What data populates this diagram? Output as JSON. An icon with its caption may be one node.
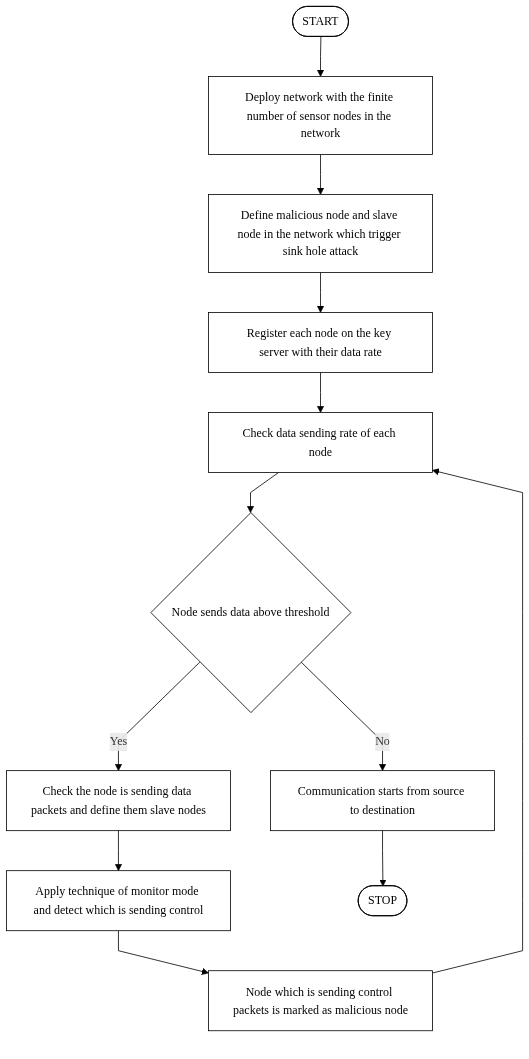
{
  "diagram": {
    "nodes": [
      {
        "text": [
          "START"
        ]
      },
      {
        "text": [
          "Deploy network with the finite number of sensor nodes in the network"
        ]
      },
      {
        "text": [
          "Define malicious node and slave node in the network which trigger sink hole attack"
        ]
      },
      {
        "text": [
          "Register each node on the key server with their data rate"
        ]
      },
      {
        "text": [
          "Check data sending rate of each node"
        ]
      },
      {
        "text": [
          "Node sends data above threshold"
        ]
      },
      {
        "text": [
          "Check the node is sending data packets and define them slave nodes"
        ]
      },
      {
        "text": [
          "Apply technique of monitor mode and detect which is sending control"
        ]
      },
      {
        "text": [
          "Node which is sending control packets is marked as malicious node"
        ]
      },
      {
        "text": [
          "Communication starts from source to destination"
        ]
      },
      {
        "text": [
          "STOP"
        ]
      }
    ],
    "edges": [
      {
        "from": 0,
        "to": 1,
        "arrow": "to"
      },
      {
        "from": 1,
        "to": 2,
        "arrow": "to"
      },
      {
        "from": 2,
        "to": 3,
        "arrow": "to"
      },
      {
        "from": 3,
        "to": 4,
        "arrow": "to"
      },
      {
        "from": 4,
        "to": 5,
        "arrow": "to"
      },
      {
        "from": 5,
        "to": 6,
        "label": "Yes",
        "arrow": "to"
      },
      {
        "from": 6,
        "to": 7,
        "arrow": "to"
      },
      {
        "from": 7,
        "to": 8,
        "arrow": "to"
      },
      {
        "from": 8,
        "to": 4,
        "arrow": "to"
      },
      {
        "from": 5,
        "to": 9,
        "label": "No",
        "arrow": "to"
      },
      {
        "from": 9,
        "to": 10,
        "arrow": "to"
      }
    ]
  }
}
